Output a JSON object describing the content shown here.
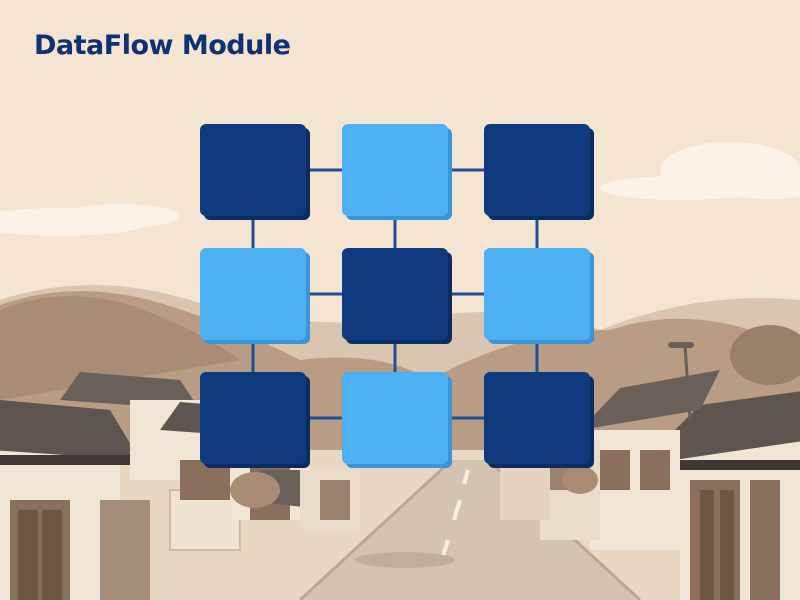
{
  "title": "DataFlow Module",
  "colors": {
    "title": "#0d3173",
    "dark_block": "#0f3a7e",
    "dark_block_side": "#0a2c63",
    "light_block": "#4db0f2",
    "light_block_side": "#3a95d8",
    "connector": "#1f4f94",
    "sky": "#f4e5d3",
    "hills": "#b89c83",
    "road": "#d3c4b1",
    "roof": "#5e5550",
    "wall": "#f1e6d6"
  },
  "diagram": {
    "rows": 3,
    "cols": 3,
    "nodes": [
      {
        "id": "block-1-1",
        "row": 0,
        "col": 0,
        "tone": "dark"
      },
      {
        "id": "block-1-2",
        "row": 0,
        "col": 1,
        "tone": "light"
      },
      {
        "id": "block-1-3",
        "row": 0,
        "col": 2,
        "tone": "dark"
      },
      {
        "id": "block-2-1",
        "row": 1,
        "col": 0,
        "tone": "light"
      },
      {
        "id": "block-2-2",
        "row": 1,
        "col": 1,
        "tone": "dark"
      },
      {
        "id": "block-2-3",
        "row": 1,
        "col": 2,
        "tone": "light"
      },
      {
        "id": "block-3-1",
        "row": 2,
        "col": 0,
        "tone": "dark"
      },
      {
        "id": "block-3-2",
        "row": 2,
        "col": 1,
        "tone": "light"
      },
      {
        "id": "block-3-3",
        "row": 2,
        "col": 2,
        "tone": "dark"
      }
    ],
    "edges": [
      [
        "block-1-1",
        "block-1-2"
      ],
      [
        "block-1-2",
        "block-1-3"
      ],
      [
        "block-2-1",
        "block-2-2"
      ],
      [
        "block-2-2",
        "block-2-3"
      ],
      [
        "block-3-1",
        "block-3-2"
      ],
      [
        "block-3-2",
        "block-3-3"
      ],
      [
        "block-1-1",
        "block-2-1"
      ],
      [
        "block-2-1",
        "block-3-1"
      ],
      [
        "block-1-2",
        "block-2-2"
      ],
      [
        "block-2-2",
        "block-3-2"
      ],
      [
        "block-1-3",
        "block-2-3"
      ],
      [
        "block-2-3",
        "block-3-3"
      ]
    ]
  }
}
